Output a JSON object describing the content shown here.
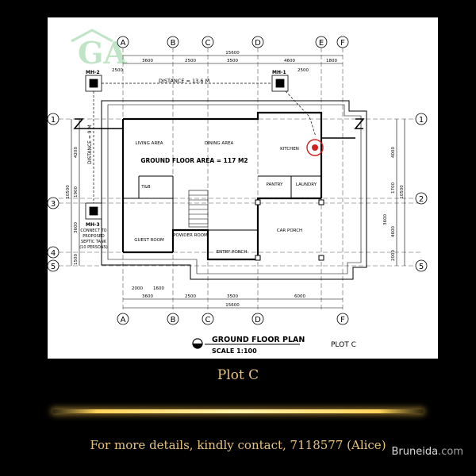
{
  "logo": {
    "text": "GA"
  },
  "plan": {
    "grid_letters": [
      "A",
      "B",
      "C",
      "D",
      "E",
      "F"
    ],
    "grid_numbers": [
      "1",
      "2",
      "3",
      "4",
      "5"
    ],
    "dims_top_total": "15600",
    "dims_top": [
      "3600",
      "2500",
      "3500",
      "4600",
      "1800"
    ],
    "dims_top_small": [
      "2500",
      "2500"
    ],
    "dims_bottom_total": "15600",
    "dims_bottom": [
      "3600",
      "2500",
      "3500",
      "6000"
    ],
    "dims_bottom_small": [
      "2000",
      "1600"
    ],
    "dims_left": [
      "4200",
      "1900",
      "3600",
      "1500"
    ],
    "dims_left_total": "10500",
    "dims_right": [
      "4000",
      "1700",
      "3600",
      "4600",
      "2000"
    ],
    "dims_right_total": "10500",
    "distance_horizontal": "DISTANCE = 13.6 M",
    "distance_vertical": "DISTANCE = 9 M",
    "manholes": [
      "MH-2",
      "MH-1",
      "MH-3"
    ],
    "rooms": {
      "living": "LIVING AREA",
      "dining": "DINING AREA",
      "kitchen": "KITCHEN",
      "pantry": "PANTRY",
      "laundry": "LAUNDRY",
      "guest": "GUEST ROOM",
      "powder": "POWDER ROOM",
      "entry": "ENTRY PORCH",
      "car": "CAR PORCH",
      "toilet": "T&B"
    },
    "floor_area": "GROUND FLOOR AREA = 117 M2",
    "septic_note": [
      "CONNECT TO",
      "PROPOSED",
      "SEPTIC TANK",
      "(10 PERSONS)"
    ],
    "title": "GROUND FLOOR PLAN",
    "scale": "SCALE 1:100",
    "plot_label": "PLOT C"
  },
  "caption": "Plot C",
  "contact": "For more details, kindly contact, 7118577 (Alice)",
  "watermark": {
    "part1": "Bruneida",
    "part2": ".com"
  },
  "colors": {
    "background": "#000000",
    "gold": "#e8c27a",
    "accent": "#d21f1f"
  }
}
